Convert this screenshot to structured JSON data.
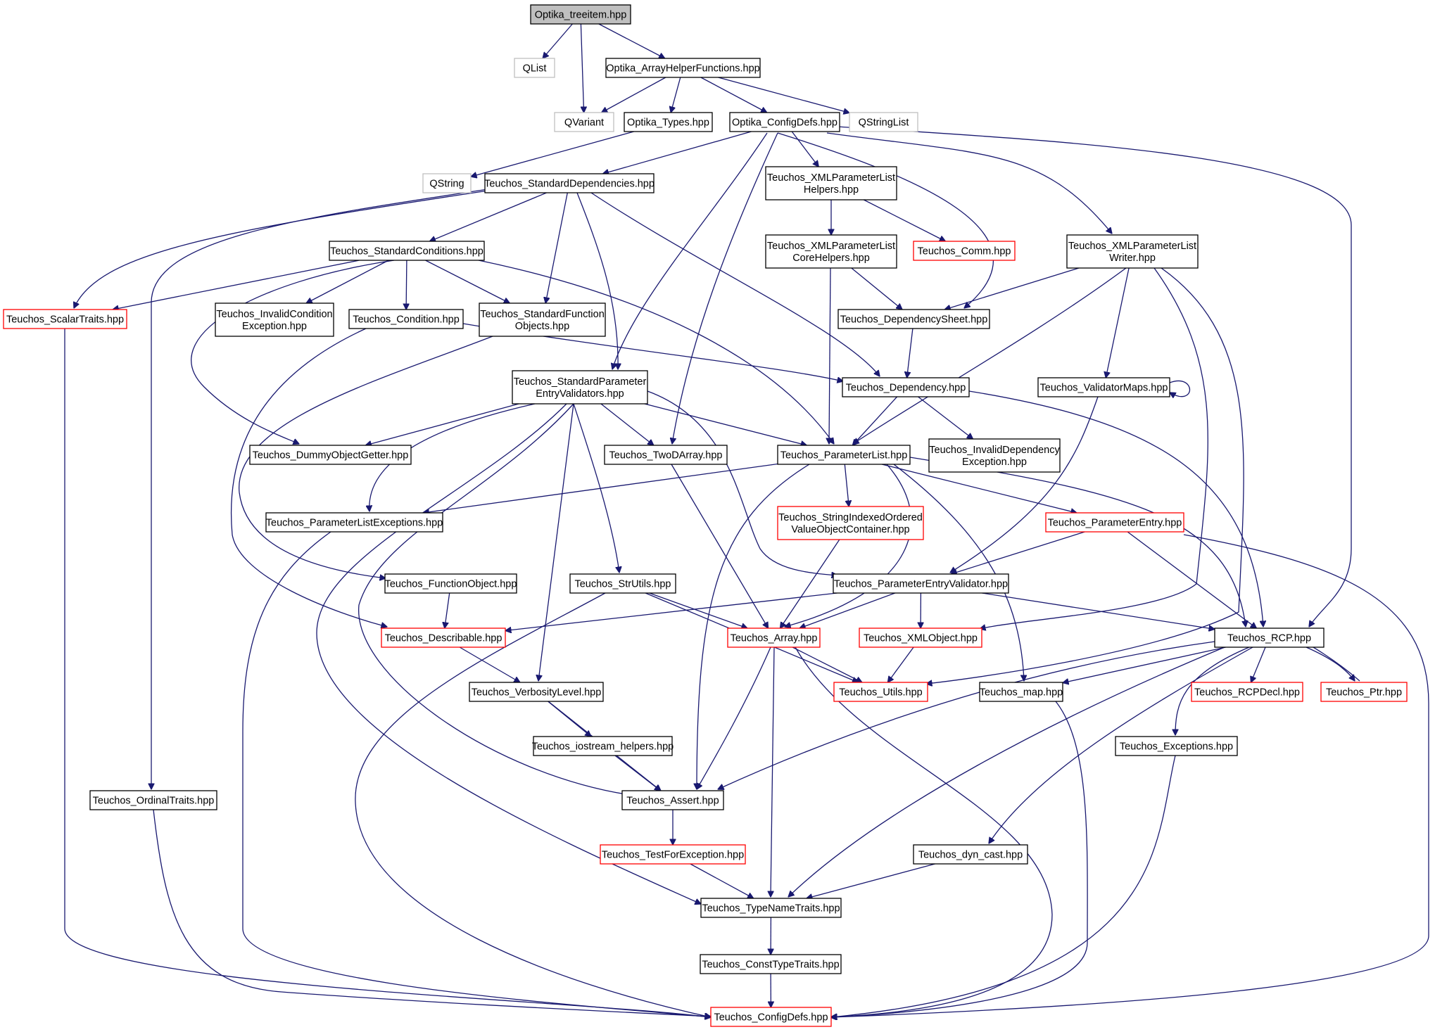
{
  "diagram": {
    "type": "include-dependency-graph",
    "colors": {
      "edge": "#191970",
      "normal_border": "#000000",
      "truncated_border": "#ff0000",
      "external_border": "#bfbfbf",
      "root_fill": "#bfbfbf",
      "text": "#000000"
    },
    "nodes": [
      {
        "id": "root",
        "lines": [
          "Optika_treeitem.hpp"
        ],
        "style": "root"
      },
      {
        "id": "qlist",
        "lines": [
          "QList"
        ],
        "style": "external"
      },
      {
        "id": "arrayhelper",
        "lines": [
          "Optika_ArrayHelperFunctions.hpp"
        ],
        "style": "normal"
      },
      {
        "id": "qvariant",
        "lines": [
          "QVariant"
        ],
        "style": "external"
      },
      {
        "id": "optikatypes",
        "lines": [
          "Optika_Types.hpp"
        ],
        "style": "normal"
      },
      {
        "id": "optikaconfig",
        "lines": [
          "Optika_ConfigDefs.hpp"
        ],
        "style": "normal"
      },
      {
        "id": "qstringlist",
        "lines": [
          "QStringList"
        ],
        "style": "external"
      },
      {
        "id": "qstring",
        "lines": [
          "QString"
        ],
        "style": "external"
      },
      {
        "id": "stddeps",
        "lines": [
          "Teuchos_StandardDependencies.hpp"
        ],
        "style": "normal"
      },
      {
        "id": "xmlhelpers",
        "lines": [
          "Teuchos_XMLParameterList",
          "Helpers.hpp"
        ],
        "style": "normal"
      },
      {
        "id": "stdconds",
        "lines": [
          "Teuchos_StandardConditions.hpp"
        ],
        "style": "normal"
      },
      {
        "id": "xmlcore",
        "lines": [
          "Teuchos_XMLParameterList",
          "CoreHelpers.hpp"
        ],
        "style": "normal"
      },
      {
        "id": "comm",
        "lines": [
          "Teuchos_Comm.hpp"
        ],
        "style": "truncated"
      },
      {
        "id": "xmlwriter",
        "lines": [
          "Teuchos_XMLParameterList",
          "Writer.hpp"
        ],
        "style": "normal"
      },
      {
        "id": "scalartraits",
        "lines": [
          "Teuchos_ScalarTraits.hpp"
        ],
        "style": "truncated"
      },
      {
        "id": "invalidcond",
        "lines": [
          "Teuchos_InvalidCondition",
          "Exception.hpp"
        ],
        "style": "normal"
      },
      {
        "id": "condition",
        "lines": [
          "Teuchos_Condition.hpp"
        ],
        "style": "normal"
      },
      {
        "id": "stdfunc",
        "lines": [
          "Teuchos_StandardFunction",
          "Objects.hpp"
        ],
        "style": "normal"
      },
      {
        "id": "depsheet",
        "lines": [
          "Teuchos_DependencySheet.hpp"
        ],
        "style": "normal"
      },
      {
        "id": "stdparamval",
        "lines": [
          "Teuchos_StandardParameter",
          "EntryValidators.hpp"
        ],
        "style": "normal"
      },
      {
        "id": "dependency",
        "lines": [
          "Teuchos_Dependency.hpp"
        ],
        "style": "normal"
      },
      {
        "id": "validatormaps",
        "lines": [
          "Teuchos_ValidatorMaps.hpp"
        ],
        "style": "normal"
      },
      {
        "id": "dummygetter",
        "lines": [
          "Teuchos_DummyObjectGetter.hpp"
        ],
        "style": "normal"
      },
      {
        "id": "twodarray",
        "lines": [
          "Teuchos_TwoDArray.hpp"
        ],
        "style": "normal"
      },
      {
        "id": "paramlist",
        "lines": [
          "Teuchos_ParameterList.hpp"
        ],
        "style": "normal"
      },
      {
        "id": "invaliddep",
        "lines": [
          "Teuchos_InvalidDependency",
          "Exception.hpp"
        ],
        "style": "normal"
      },
      {
        "id": "plexceptions",
        "lines": [
          "Teuchos_ParameterListExceptions.hpp"
        ],
        "style": "normal"
      },
      {
        "id": "strindexed",
        "lines": [
          "Teuchos_StringIndexedOrdered",
          "ValueObjectContainer.hpp"
        ],
        "style": "truncated"
      },
      {
        "id": "paramentry",
        "lines": [
          "Teuchos_ParameterEntry.hpp"
        ],
        "style": "truncated"
      },
      {
        "id": "funcobj",
        "lines": [
          "Teuchos_FunctionObject.hpp"
        ],
        "style": "normal"
      },
      {
        "id": "strutils",
        "lines": [
          "Teuchos_StrUtils.hpp"
        ],
        "style": "normal"
      },
      {
        "id": "peval",
        "lines": [
          "Teuchos_ParameterEntryValidator.hpp"
        ],
        "style": "normal"
      },
      {
        "id": "describable",
        "lines": [
          "Teuchos_Describable.hpp"
        ],
        "style": "truncated"
      },
      {
        "id": "array",
        "lines": [
          "Teuchos_Array.hpp"
        ],
        "style": "truncated"
      },
      {
        "id": "xmlobject",
        "lines": [
          "Teuchos_XMLObject.hpp"
        ],
        "style": "truncated"
      },
      {
        "id": "rcp",
        "lines": [
          "Teuchos_RCP.hpp"
        ],
        "style": "normal"
      },
      {
        "id": "verbosity",
        "lines": [
          "Teuchos_VerbosityLevel.hpp"
        ],
        "style": "normal"
      },
      {
        "id": "utils",
        "lines": [
          "Teuchos_Utils.hpp"
        ],
        "style": "truncated"
      },
      {
        "id": "map",
        "lines": [
          "Teuchos_map.hpp"
        ],
        "style": "normal"
      },
      {
        "id": "rcpdecl",
        "lines": [
          "Teuchos_RCPDecl.hpp"
        ],
        "style": "truncated"
      },
      {
        "id": "ptr",
        "lines": [
          "Teuchos_Ptr.hpp"
        ],
        "style": "truncated"
      },
      {
        "id": "iostream",
        "lines": [
          "Teuchos_iostream_helpers.hpp"
        ],
        "style": "normal"
      },
      {
        "id": "exceptions",
        "lines": [
          "Teuchos_Exceptions.hpp"
        ],
        "style": "normal"
      },
      {
        "id": "ordinal",
        "lines": [
          "Teuchos_OrdinalTraits.hpp"
        ],
        "style": "normal"
      },
      {
        "id": "assert",
        "lines": [
          "Teuchos_Assert.hpp"
        ],
        "style": "normal"
      },
      {
        "id": "testforexc",
        "lines": [
          "Teuchos_TestForException.hpp"
        ],
        "style": "truncated"
      },
      {
        "id": "dyncast",
        "lines": [
          "Teuchos_dyn_cast.hpp"
        ],
        "style": "normal"
      },
      {
        "id": "typename",
        "lines": [
          "Teuchos_TypeNameTraits.hpp"
        ],
        "style": "normal"
      },
      {
        "id": "consttype",
        "lines": [
          "Teuchos_ConstTypeTraits.hpp"
        ],
        "style": "normal"
      },
      {
        "id": "configdefs",
        "lines": [
          "Teuchos_ConfigDefs.hpp"
        ],
        "style": "truncated"
      }
    ],
    "edges": [
      [
        "root",
        "qlist"
      ],
      [
        "root",
        "qvariant"
      ],
      [
        "root",
        "arrayhelper"
      ],
      [
        "arrayhelper",
        "qvariant"
      ],
      [
        "arrayhelper",
        "optikatypes"
      ],
      [
        "arrayhelper",
        "optikaconfig"
      ],
      [
        "arrayhelper",
        "qstringlist"
      ],
      [
        "optikatypes",
        "qstring"
      ],
      [
        "optikaconfig",
        "stddeps"
      ],
      [
        "optikaconfig",
        "xmlhelpers"
      ],
      [
        "optikaconfig",
        "xmlwriter"
      ],
      [
        "optikaconfig",
        "depsheet"
      ],
      [
        "optikaconfig",
        "stdparamval"
      ],
      [
        "optikaconfig",
        "twodarray"
      ],
      [
        "optikaconfig",
        "rcp"
      ],
      [
        "stddeps",
        "scalartraits"
      ],
      [
        "stddeps",
        "ordinal"
      ],
      [
        "stddeps",
        "stdconds"
      ],
      [
        "stddeps",
        "stdfunc"
      ],
      [
        "stddeps",
        "stdparamval"
      ],
      [
        "stddeps",
        "dependency"
      ],
      [
        "xmlhelpers",
        "xmlcore"
      ],
      [
        "xmlhelpers",
        "comm"
      ],
      [
        "xmlcore",
        "depsheet"
      ],
      [
        "xmlcore",
        "paramlist"
      ],
      [
        "xmlwriter",
        "depsheet"
      ],
      [
        "xmlwriter",
        "paramlist"
      ],
      [
        "xmlwriter",
        "validatormaps"
      ],
      [
        "xmlwriter",
        "xmlobject"
      ],
      [
        "xmlwriter",
        "utils"
      ],
      [
        "stdconds",
        "scalartraits"
      ],
      [
        "stdconds",
        "invalidcond"
      ],
      [
        "stdconds",
        "condition"
      ],
      [
        "stdconds",
        "stdfunc"
      ],
      [
        "stdconds",
        "dummygetter"
      ],
      [
        "stdconds",
        "paramlist"
      ],
      [
        "condition",
        "dependency"
      ],
      [
        "condition",
        "describable"
      ],
      [
        "stdfunc",
        "funcobj"
      ],
      [
        "depsheet",
        "dependency"
      ],
      [
        "dependency",
        "paramlist"
      ],
      [
        "dependency",
        "invaliddep"
      ],
      [
        "dependency",
        "rcp"
      ],
      [
        "validatormaps",
        "validatormaps"
      ],
      [
        "validatormaps",
        "peval"
      ],
      [
        "stdparamval",
        "dummygetter"
      ],
      [
        "stdparamval",
        "twodarray"
      ],
      [
        "stdparamval",
        "paramlist"
      ],
      [
        "stdparamval",
        "plexceptions"
      ],
      [
        "stdparamval",
        "peval"
      ],
      [
        "stdparamval",
        "strutils"
      ],
      [
        "stdparamval",
        "verbosity"
      ],
      [
        "stdparamval",
        "assert"
      ],
      [
        "stdparamval",
        "typename"
      ],
      [
        "twodarray",
        "array"
      ],
      [
        "paramlist",
        "plexceptions"
      ],
      [
        "paramlist",
        "strindexed"
      ],
      [
        "paramlist",
        "paramentry"
      ],
      [
        "paramlist",
        "array"
      ],
      [
        "paramlist",
        "map"
      ],
      [
        "paramlist",
        "assert"
      ],
      [
        "paramlist",
        "rcp"
      ],
      [
        "plexceptions",
        "configdefs"
      ],
      [
        "strindexed",
        "array"
      ],
      [
        "paramentry",
        "peval"
      ],
      [
        "paramentry",
        "rcp"
      ],
      [
        "paramentry",
        "configdefs"
      ],
      [
        "funcobj",
        "describable"
      ],
      [
        "strutils",
        "array"
      ],
      [
        "strutils",
        "utils"
      ],
      [
        "strutils",
        "configdefs"
      ],
      [
        "peval",
        "describable"
      ],
      [
        "peval",
        "array"
      ],
      [
        "peval",
        "xmlobject"
      ],
      [
        "peval",
        "rcp"
      ],
      [
        "describable",
        "verbosity"
      ],
      [
        "array",
        "utils"
      ],
      [
        "array",
        "assert"
      ],
      [
        "array",
        "typename"
      ],
      [
        "array",
        "configdefs"
      ],
      [
        "xmlobject",
        "utils"
      ],
      [
        "rcp",
        "rcpdecl"
      ],
      [
        "rcp",
        "ptr"
      ],
      [
        "rcp",
        "exceptions"
      ],
      [
        "rcp",
        "map"
      ],
      [
        "rcp",
        "assert"
      ],
      [
        "rcp",
        "typename"
      ],
      [
        "rcp",
        "dyncast"
      ],
      [
        "ptr",
        "rcp"
      ],
      [
        "verbosity",
        "iostream"
      ],
      [
        "verbosity",
        "assert"
      ],
      [
        "iostream",
        "assert"
      ],
      [
        "map",
        "configdefs"
      ],
      [
        "exceptions",
        "configdefs"
      ],
      [
        "scalartraits",
        "configdefs"
      ],
      [
        "ordinal",
        "configdefs"
      ],
      [
        "assert",
        "testforexc"
      ],
      [
        "testforexc",
        "typename"
      ],
      [
        "dyncast",
        "typename"
      ],
      [
        "typename",
        "consttype"
      ],
      [
        "consttype",
        "configdefs"
      ]
    ]
  }
}
